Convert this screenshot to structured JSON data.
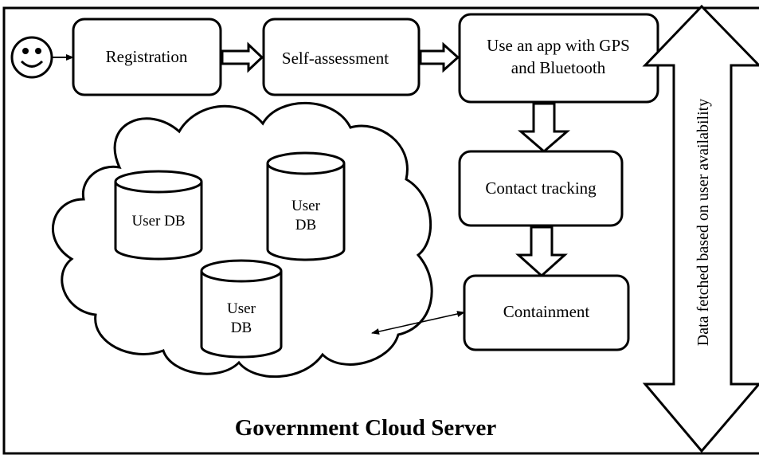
{
  "diagram": {
    "steps": {
      "registration": "Registration",
      "self_assessment": "Self-assessment",
      "use_app_line1": "Use an app with GPS",
      "use_app_line2": "and Bluetooth",
      "contact_tracking": "Contact tracking",
      "containment": "Containment"
    },
    "databases": {
      "db1": "User DB",
      "db2_line1": "User",
      "db2_line2": "DB",
      "db3_line1": "User",
      "db3_line2": "DB"
    },
    "cloud_label": "Government Cloud Server",
    "side_arrow_label": "Data fetched based on user availability",
    "user_icon": "smiley-face-icon"
  }
}
